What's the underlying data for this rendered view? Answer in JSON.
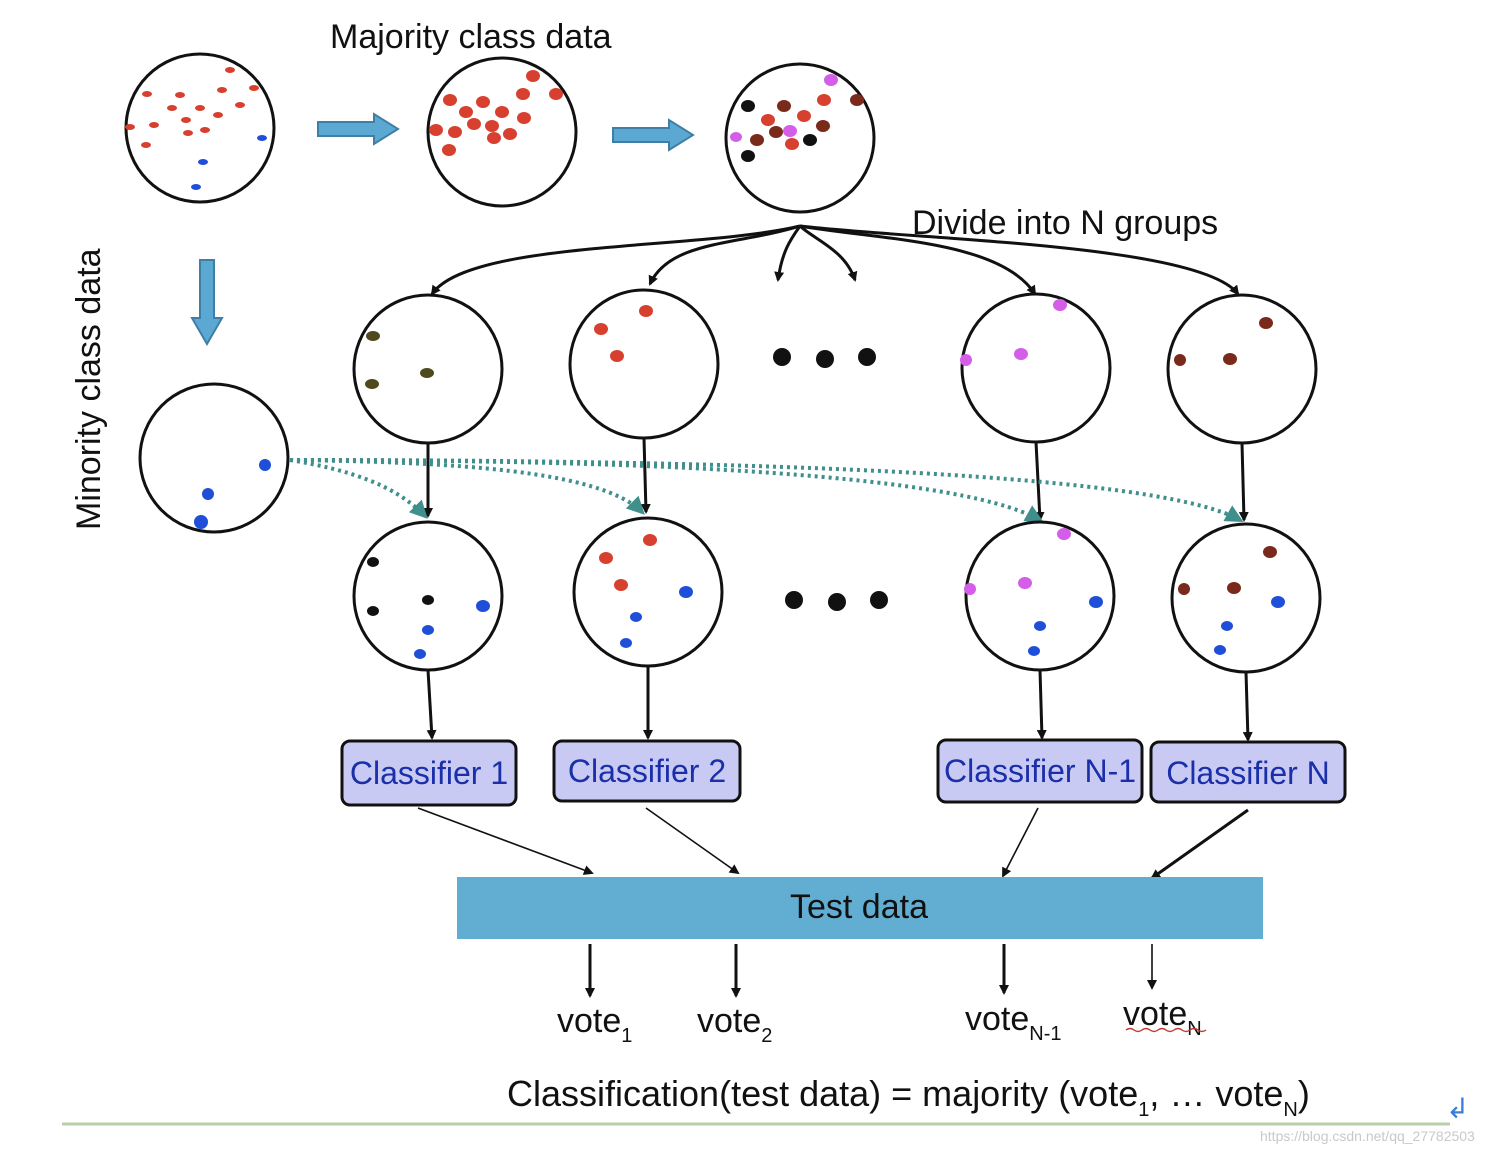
{
  "labels": {
    "majority": "Majority class data",
    "minority": "Minority class data",
    "divide": "Divide into N groups",
    "test_data": "Test data",
    "formula_prefix": "Classification(test data) = majority (vote",
    "formula_sub1": "1",
    "formula_mid": ", … vote",
    "formula_subN": "N",
    "formula_suffix": ")",
    "return_mark": "↲",
    "watermark": "https://blog.csdn.net/qq_27782503"
  },
  "classifiers": [
    "Classifier 1",
    "Classifier 2",
    "Classifier N-1",
    "Classifier N"
  ],
  "votes": [
    {
      "base": "vote",
      "sub": "1"
    },
    {
      "base": "vote",
      "sub": "2"
    },
    {
      "base": "vote",
      "sub": "N-1"
    },
    {
      "base": "vote",
      "sub": "N"
    }
  ],
  "ellipsis": "• • •",
  "colors": {
    "majority_point": "#d7402f",
    "minority_point": "#1f4fd8",
    "black_point": "#111111",
    "magenta_point": "#d45ee8",
    "olive_point": "#4f4a1e",
    "brown_point": "#7a2a1a",
    "arrow_fill": "#5ba8d3",
    "classifier_fill": "#c9caf4",
    "classifier_text": "#1a2fa8",
    "test_bar": "#62aed2",
    "dotted_line": "#3f8f8c"
  }
}
